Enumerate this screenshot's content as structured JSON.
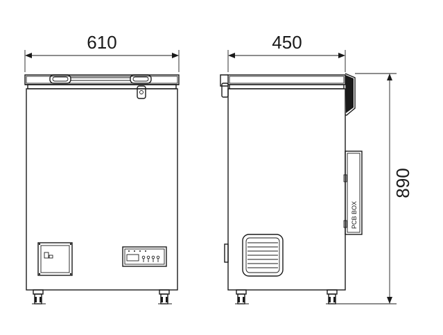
{
  "dimensions": {
    "width_label": "610",
    "depth_label": "450",
    "height_label": "890"
  },
  "labels": {
    "pcb_box": "PCB BOX"
  }
}
